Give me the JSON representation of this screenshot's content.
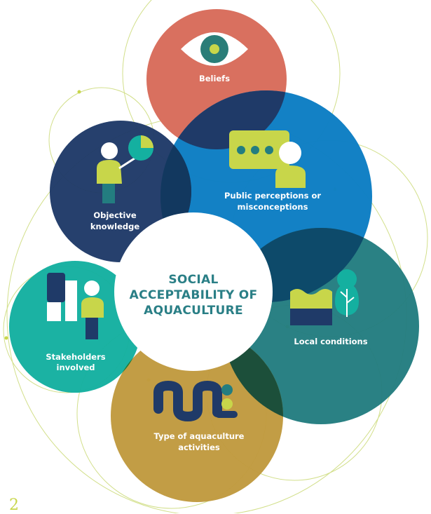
{
  "center": {
    "line1": "SOCIAL",
    "line2": "ACCEPTABILITY OF",
    "line3": "AQUACULTURE"
  },
  "nodes": {
    "beliefs": {
      "label": "Beliefs",
      "icon": "eye-icon",
      "color": "#d9705f"
    },
    "public_perceptions": {
      "line1": "Public perceptions or",
      "line2": "misconceptions",
      "icon": "speech-bubble-person-icon",
      "color": "#0e7ec4"
    },
    "objective_knowledge": {
      "line1": "Objective",
      "line2": "knowledge",
      "icon": "teacher-presenting-icon",
      "color": "#1f3a68"
    },
    "local_conditions": {
      "label": "Local conditions",
      "icon": "water-tree-icon",
      "color": "#237d80"
    },
    "stakeholders": {
      "line1": "Stakeholders",
      "line2": "involved",
      "icon": "people-group-icon",
      "color": "#14b0a0"
    },
    "aquaculture_type": {
      "line1": "Type of aquaculture",
      "line2": "activities",
      "icon": "aquaculture-lines-icon",
      "color": "#c09a3f"
    }
  },
  "page_number": "2"
}
